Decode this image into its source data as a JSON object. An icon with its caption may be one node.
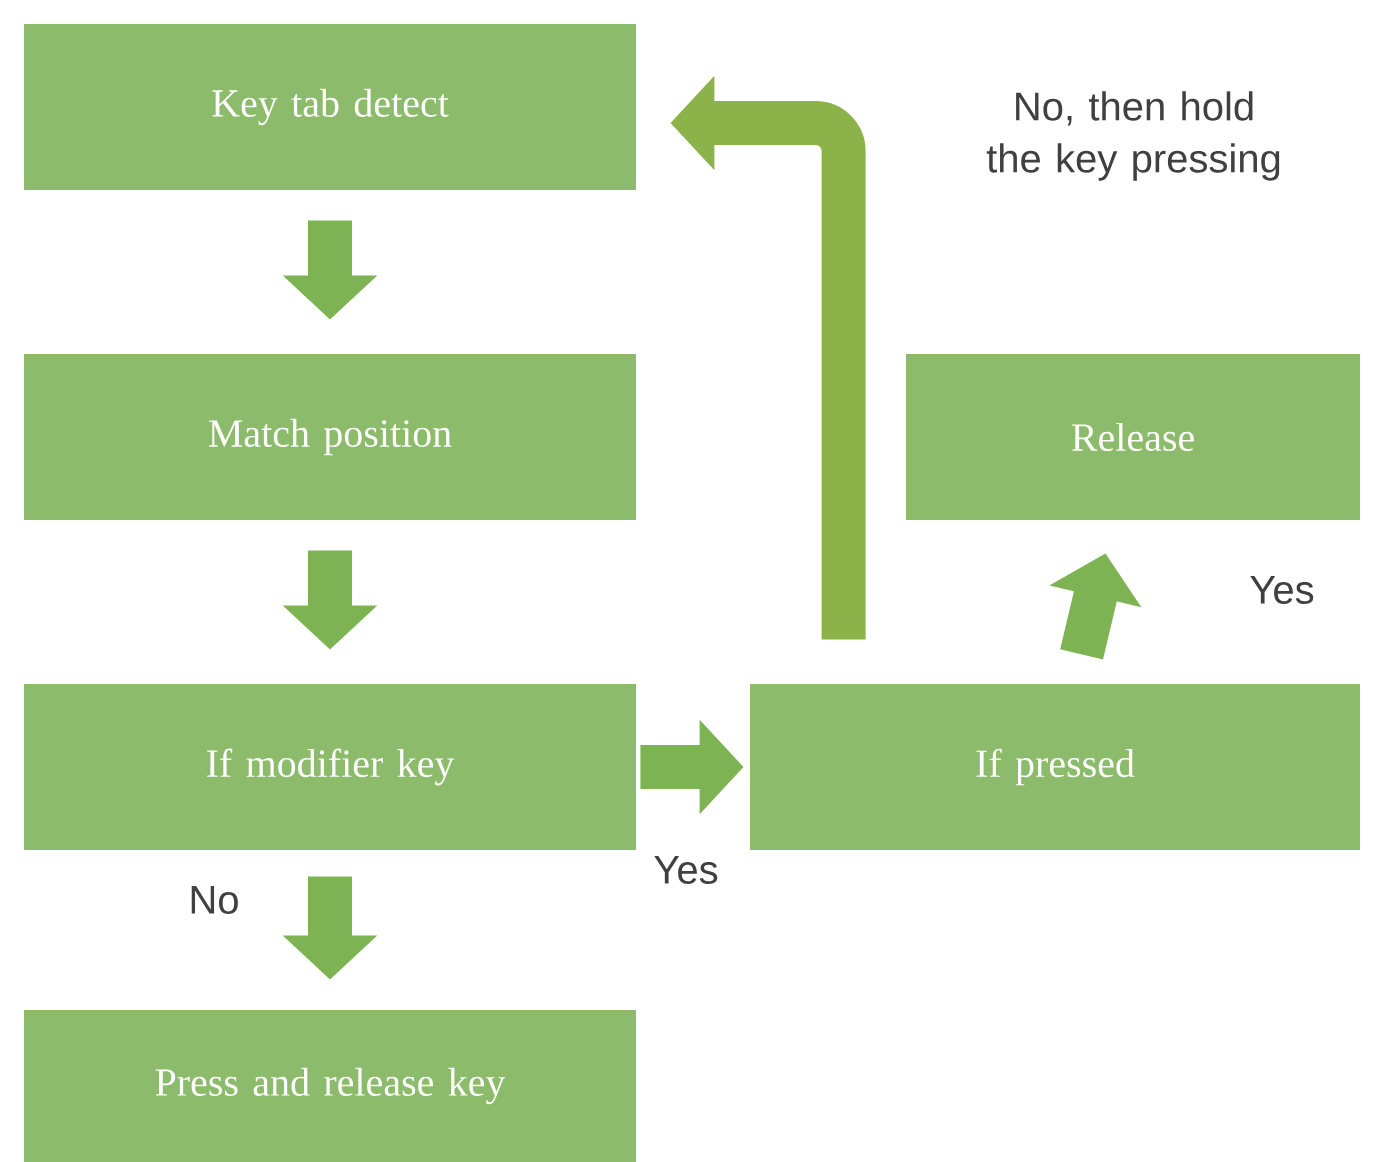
{
  "diagram": {
    "nodes": [
      {
        "text": [
          "Key tab detect"
        ]
      },
      {
        "text": [
          "Match position"
        ]
      },
      {
        "text": [
          "If modifier key"
        ]
      },
      {
        "text": [
          "Press and release key"
        ]
      },
      {
        "text": [
          "If pressed"
        ]
      },
      {
        "text": [
          "Release"
        ]
      }
    ],
    "edges": [
      {
        "from": 0,
        "to": 1,
        "arrow": "to"
      },
      {
        "from": 1,
        "to": 2,
        "arrow": "to"
      },
      {
        "from": 2,
        "to": 3,
        "arrow": "to",
        "label": "No"
      },
      {
        "from": 2,
        "to": 4,
        "arrow": "to",
        "label": "Yes"
      },
      {
        "from": 4,
        "to": 5,
        "arrow": "to",
        "label": "Yes"
      },
      {
        "from": 4,
        "to": 0,
        "arrow": "to",
        "label": "No, then hold the key pressing",
        "color": "#8cb34a"
      }
    ]
  }
}
